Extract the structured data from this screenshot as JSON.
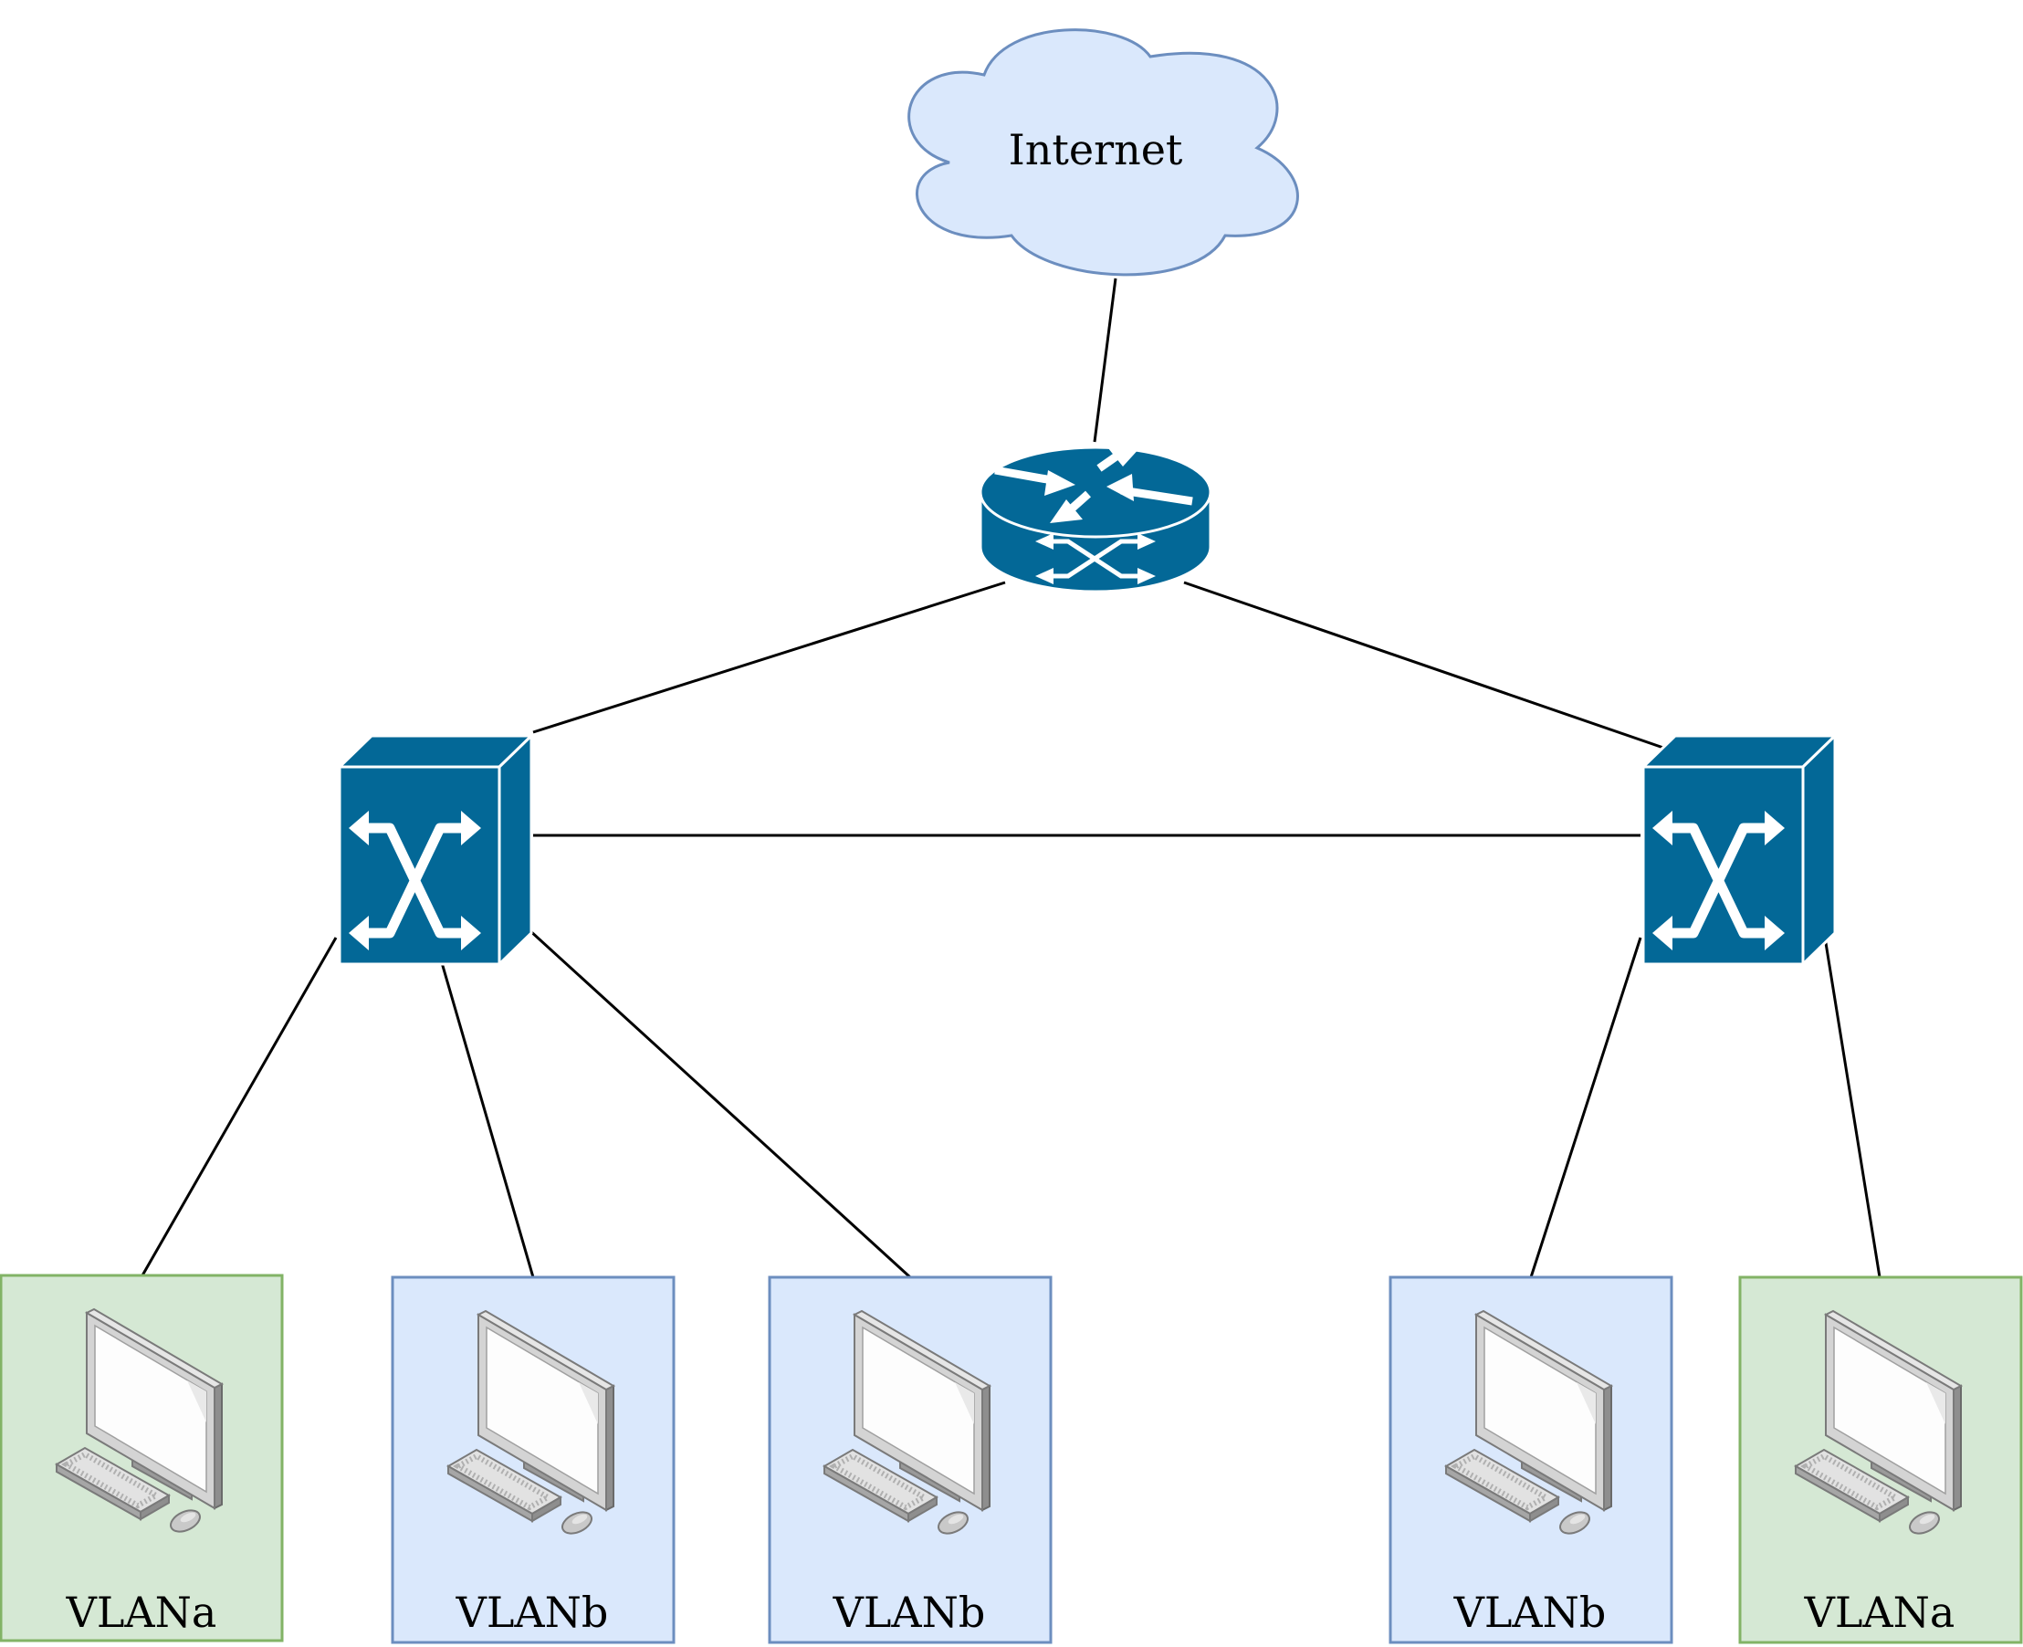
{
  "cloud": {
    "label": "Internet"
  },
  "colors": {
    "cloud_fill": "#dae8fc",
    "cloud_stroke": "#6c8ebf",
    "device_blue": "#036897",
    "vlan_a_fill": "#d5e8d4",
    "vlan_a_stroke": "#82b366",
    "vlan_b_fill": "#dae8fc",
    "vlan_b_stroke": "#6c8ebf",
    "link": "#000000"
  },
  "router": {
    "icon": "router-icon"
  },
  "switches": [
    {
      "icon": "switch-icon"
    },
    {
      "icon": "switch-icon"
    }
  ],
  "hosts": [
    {
      "label": "VLANa",
      "vlan": "a",
      "icon": "desktop-computer-icon"
    },
    {
      "label": "VLANb",
      "vlan": "b",
      "icon": "desktop-computer-icon"
    },
    {
      "label": "VLANb",
      "vlan": "b",
      "icon": "desktop-computer-icon"
    },
    {
      "label": "VLANb",
      "vlan": "b",
      "icon": "desktop-computer-icon"
    },
    {
      "label": "VLANa",
      "vlan": "a",
      "icon": "desktop-computer-icon"
    }
  ]
}
